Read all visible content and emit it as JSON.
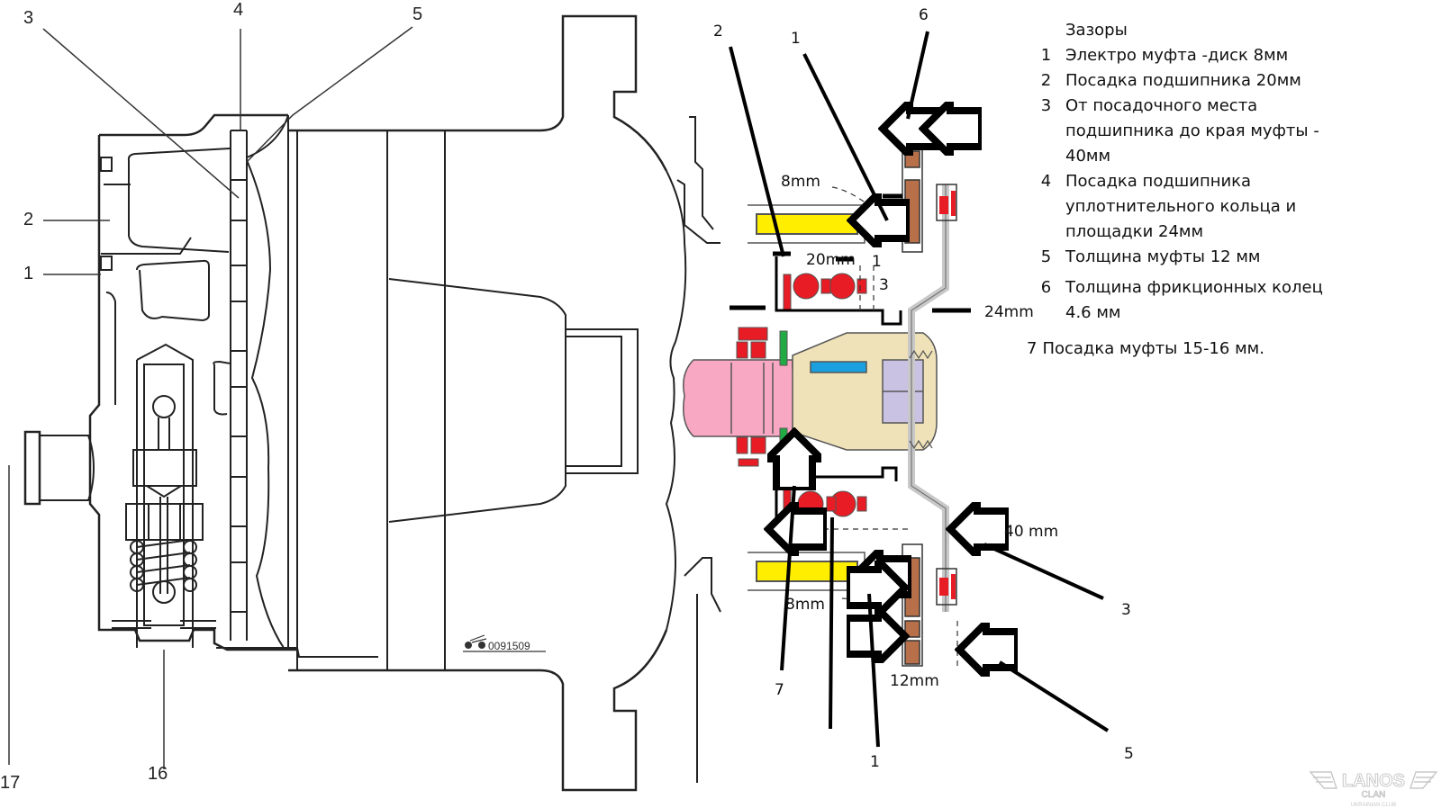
{
  "diagram": {
    "title": "Зазоры",
    "part_number": "0091509",
    "original_callouts": [
      "1",
      "2",
      "3",
      "4",
      "5",
      "16",
      "17"
    ],
    "added_callouts": {
      "top": [
        "2",
        "1",
        "6"
      ],
      "right": [
        "3",
        "5"
      ],
      "bottom": [
        "7",
        "1"
      ],
      "inner": [
        "1",
        "3"
      ]
    },
    "dimensions": {
      "d_8mm_top": "8mm",
      "d_20mm": "20mm",
      "d_24mm": "24mm",
      "d_40mm": "40 mm",
      "d_8mm_bottom": "8mm",
      "d_12mm": "12mm"
    },
    "legend": [
      {
        "num": "1",
        "text": "Электро муфта -диск 8мм"
      },
      {
        "num": "2",
        "text": "Посадка подшипника 20мм"
      },
      {
        "num": "3",
        "text": "От посадочного места подшипника до края муфты - 40мм"
      },
      {
        "num": "4",
        "text": "Посадка подшипника уплотнительного кольца и площадки 24мм"
      },
      {
        "num": "5",
        "text": "Толщина муфты 12 мм"
      },
      {
        "num": "6",
        "text": "Толщина фрикционных колец 4.6 мм"
      },
      {
        "num": "7",
        "text": "Посадка муфты 15-16 мм."
      }
    ],
    "colors": {
      "coil": "#ffee00",
      "bearing": "#e81c24",
      "shaft": "#f9a8c4",
      "friction": "#b8704b",
      "hub": "#efe2b8",
      "nut": "#c9c2e3",
      "key": "#1aa0e0",
      "seal": "#22aa44",
      "plate": "#c8c8c8"
    },
    "logo": {
      "brand": "LANOS",
      "sub": "CLAN",
      "tagline": "UKRAINIAN CLUB"
    }
  }
}
